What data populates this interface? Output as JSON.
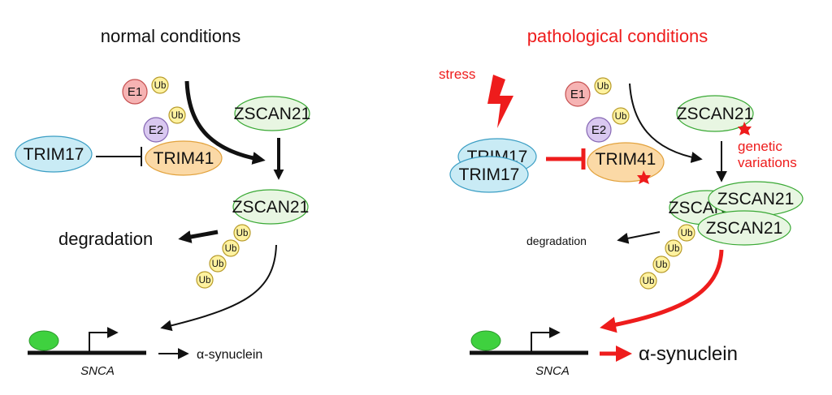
{
  "colors": {
    "black": "#111111",
    "red": "#ee1c1c",
    "trim17_fill": "#c9ebf5",
    "trim17_stroke": "#3b9ec4",
    "trim41_fill": "#fbd9a6",
    "trim41_stroke": "#e2a23d",
    "zscan21_fill": "#e8f6e2",
    "zscan21_stroke": "#3aa935",
    "ub_fill": "#fff2a0",
    "ub_stroke": "#b79b2a",
    "e1_fill": "#f6b3b3",
    "e1_stroke": "#c65050",
    "e2_fill": "#d9c8f0",
    "e2_stroke": "#8566b3",
    "tf_fill": "#3fd13f"
  },
  "normal": {
    "title": "normal conditions",
    "e1": "E1",
    "e2": "E2",
    "ub": "Ub",
    "trim17": "TRIM17",
    "trim41": "TRIM41",
    "zscan21_top": "ZSCAN21",
    "zscan21_bottom": "ZSCAN21",
    "degradation": "degradation",
    "gene": "SNCA",
    "product": "α-synuclein"
  },
  "pathological": {
    "title": "pathological conditions",
    "stress": "stress",
    "e1": "E1",
    "e2": "E2",
    "ub": "Ub",
    "trim17_back": "TRIM17",
    "trim17_front": "TRIM17",
    "trim41": "TRIM41",
    "zscan21_top": "ZSCAN21",
    "genetic_variations": "genetic\nvariations",
    "zscan21_back": "ZSCAN21",
    "zscan21_mid": "ZSCAN21",
    "zscan21_front": "ZSCAN21",
    "degradation": "degradation",
    "gene": "SNCA",
    "product": "α-synuclein"
  }
}
